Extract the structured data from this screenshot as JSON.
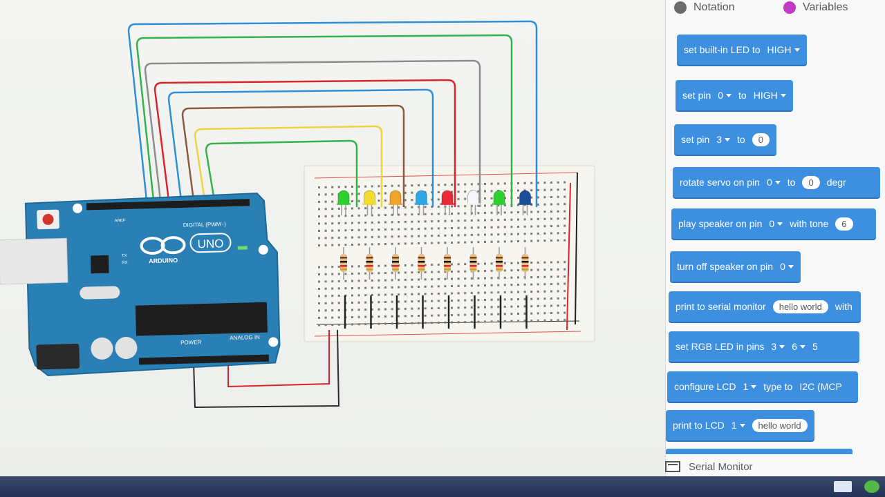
{
  "categories": [
    {
      "label": "Notation",
      "color": "#6b6b6b"
    },
    {
      "label": "Variables",
      "color": "#c239c9"
    }
  ],
  "blocks": {
    "builtin_led": {
      "text": "set built-in LED to",
      "value": "HIGH"
    },
    "set_pin_digital": {
      "text": "set pin",
      "pin": "0",
      "to": "to",
      "value": "HIGH"
    },
    "set_pin_analog": {
      "text": "set pin",
      "pin": "3",
      "to": "to",
      "value": "0"
    },
    "rotate_servo": {
      "text": "rotate servo on pin",
      "pin": "0",
      "to": "to",
      "value": "0",
      "suffix": "degr"
    },
    "play_speaker": {
      "text": "play speaker on pin",
      "pin": "0",
      "with": "with tone",
      "value": "6"
    },
    "turn_off_speaker": {
      "text": "turn off speaker on pin",
      "pin": "0"
    },
    "print_serial": {
      "text": "print to serial monitor",
      "value": "hello world",
      "suffix": "with"
    },
    "set_rgb": {
      "text": "set RGB LED in pins",
      "pin1": "3",
      "pin2": "6",
      "pin3": "5"
    },
    "configure_lcd": {
      "text": "configure LCD",
      "lcd": "1",
      "type": "type to",
      "value": "I2C (MCP"
    },
    "print_lcd": {
      "text": "print to LCD",
      "lcd": "1",
      "value": "hello world"
    }
  },
  "serial_monitor": {
    "label": "Serial Monitor"
  },
  "arduino": {
    "brand": "ARDUINO",
    "model": "UNO",
    "digital_label": "DIGITAL (PWM~)",
    "power_label": "POWER",
    "analog_label": "ANALOG IN",
    "aref_label": "AREF",
    "tx_label": "TX",
    "rx_label": "RX"
  },
  "leds": [
    {
      "color": "#2fd12f"
    },
    {
      "color": "#f3dc2d"
    },
    {
      "color": "#f0a42a"
    },
    {
      "color": "#2fa6e6"
    },
    {
      "color": "#ea2a37"
    },
    {
      "color": "#f4f6f8"
    },
    {
      "color": "#2fd12f"
    },
    {
      "color": "#1b4f9a"
    }
  ],
  "wires": [
    {
      "color": "#2e8fd4"
    },
    {
      "color": "#33b24a"
    },
    {
      "color": "#8d8d8d"
    },
    {
      "color": "#d9242c"
    },
    {
      "color": "#2e8fd4"
    },
    {
      "color": "#8b5a3c"
    },
    {
      "color": "#e9d63a"
    },
    {
      "color": "#33b24a"
    }
  ]
}
